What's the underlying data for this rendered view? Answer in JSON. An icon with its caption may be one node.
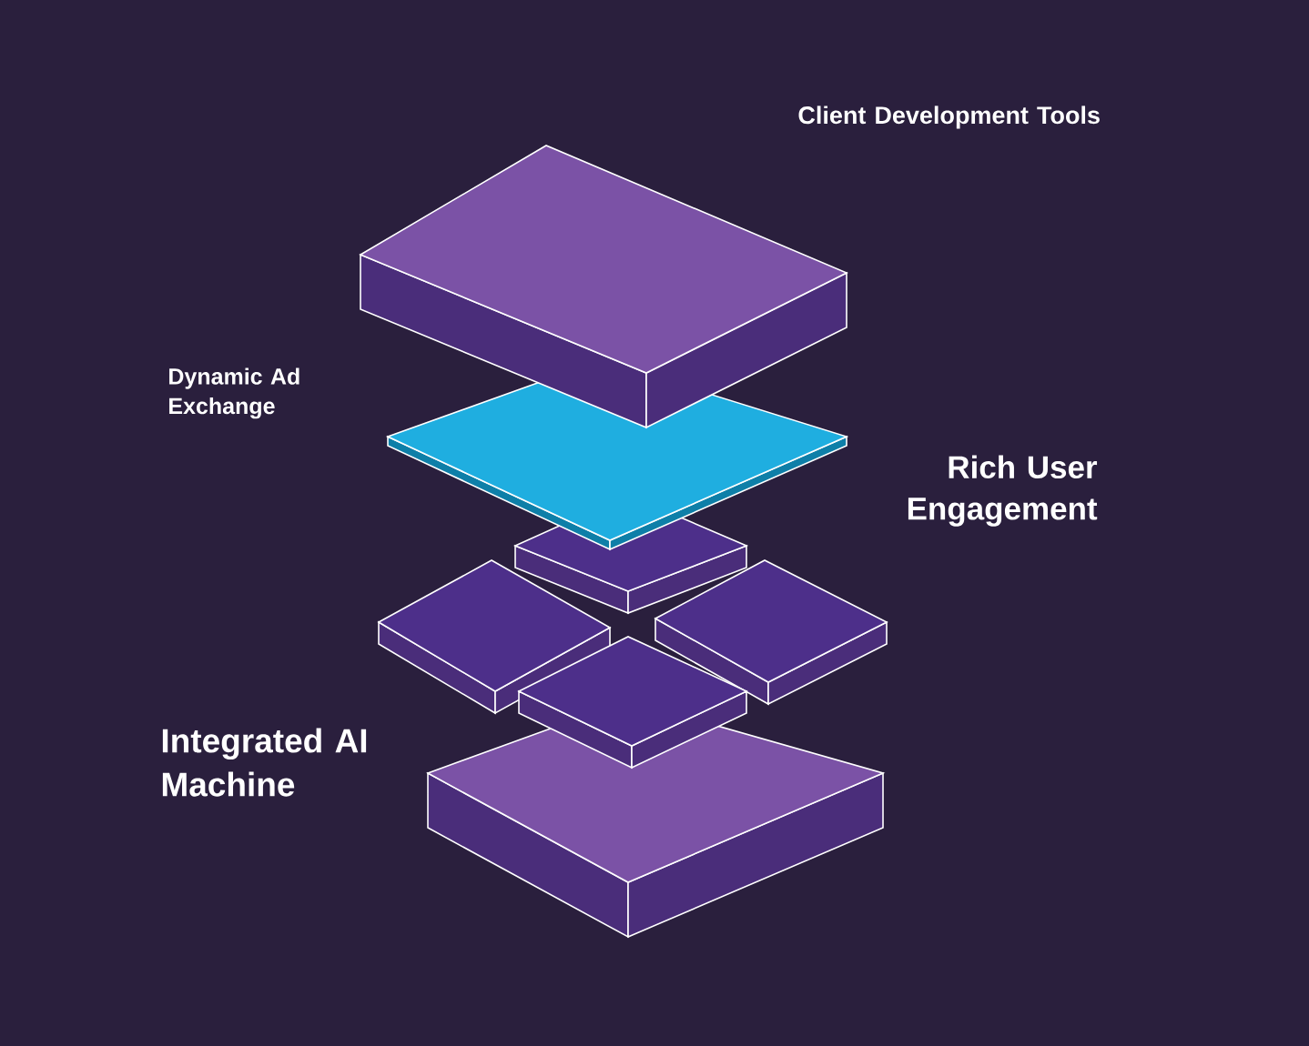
{
  "diagram": {
    "labels": [
      "Client Development Tools",
      "Dynamic Ad Exchange",
      "Rich User Engagement",
      "Integrated AI Machine"
    ]
  }
}
